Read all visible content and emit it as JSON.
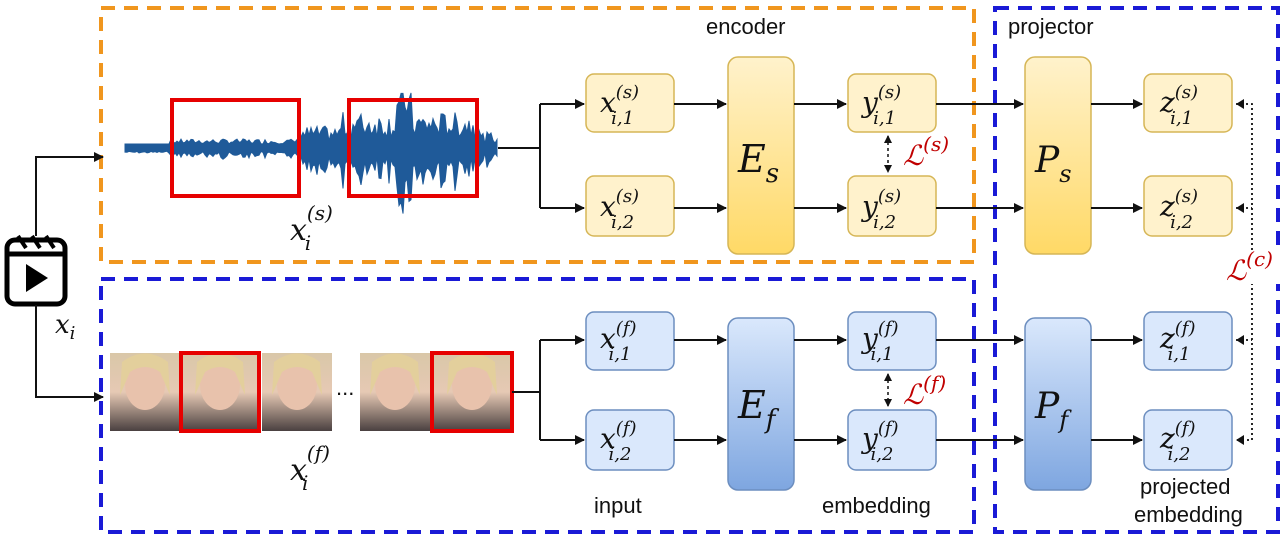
{
  "labels": {
    "encoder": "encoder",
    "projector": "projector",
    "input": "input",
    "embedding": "embedding",
    "projected_line1": "projected",
    "projected_line2": "embedding",
    "ellipsis": "..."
  },
  "math": {
    "xi": "x",
    "xi_sub": "i",
    "xs": "x",
    "xs_sup": "(s)",
    "xs_sub": "i",
    "xf": "x",
    "xf_sup": "(f)",
    "xf_sub": "i",
    "Es": "E",
    "Es_sub": "s",
    "Ef": "E",
    "Ef_sub": "f",
    "Ps": "P",
    "Ps_sub": "s",
    "Pf": "P",
    "Pf_sub": "f",
    "Ls": "ℒ",
    "Ls_sup": "(s)",
    "Lf": "ℒ",
    "Lf_sup": "(f)",
    "Lc": "ℒ",
    "Lc_sup": "(c)"
  },
  "nodes": {
    "xs1": {
      "base": "x",
      "sup": "(s)",
      "sub": "i,1"
    },
    "xs2": {
      "base": "x",
      "sup": "(s)",
      "sub": "i,2"
    },
    "ys1": {
      "base": "y",
      "sup": "(s)",
      "sub": "i,1"
    },
    "ys2": {
      "base": "y",
      "sup": "(s)",
      "sub": "i,2"
    },
    "zs1": {
      "base": "z",
      "sup": "(s)",
      "sub": "i,1"
    },
    "zs2": {
      "base": "z",
      "sup": "(s)",
      "sub": "i,2"
    },
    "xf1": {
      "base": "x",
      "sup": "(f)",
      "sub": "i,1"
    },
    "xf2": {
      "base": "x",
      "sup": "(f)",
      "sub": "i,2"
    },
    "yf1": {
      "base": "y",
      "sup": "(f)",
      "sub": "i,1"
    },
    "yf2": {
      "base": "y",
      "sup": "(f)",
      "sub": "i,2"
    },
    "zf1": {
      "base": "z",
      "sup": "(f)",
      "sub": "i,1"
    },
    "zf2": {
      "base": "z",
      "sup": "(f)",
      "sub": "i,2"
    }
  },
  "colors": {
    "speech_box_fill": "#fff2cc",
    "speech_box_stroke": "#d6b656",
    "face_box_fill": "#dae8fc",
    "face_box_stroke": "#6c8ebf",
    "orange_dash": "#f0961e",
    "blue_dash": "#1a1ad6",
    "crop_red": "#e60000",
    "waveform": "#1f5a99",
    "loss_red": "#c00000"
  }
}
